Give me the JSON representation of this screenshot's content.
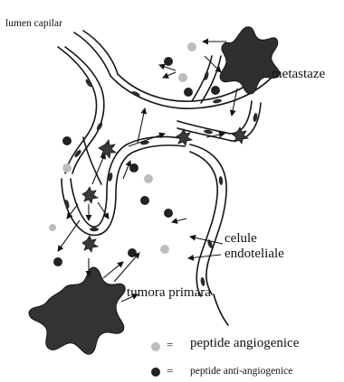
{
  "labels": {
    "capillary_lumen": "lumen capilar",
    "metastasis": "metastaze",
    "endothelial_cells_line1": "celule",
    "endothelial_cells_line2": "endoteliale",
    "primary_tumor": "tumora primara"
  },
  "legend": {
    "equals": "=",
    "angiogenic": "peptide angiogenice",
    "anti_angiogenic": "peptide anti-angiogenice"
  },
  "colors": {
    "background": "#ffffff",
    "ink": "#151515",
    "tumor_fill": "#3a3a3a",
    "vessel_fill": "#f4f4f4",
    "angiogenic_dot": "#bdbdbd",
    "anti_angiogenic_dot": "#2a2a2a"
  }
}
